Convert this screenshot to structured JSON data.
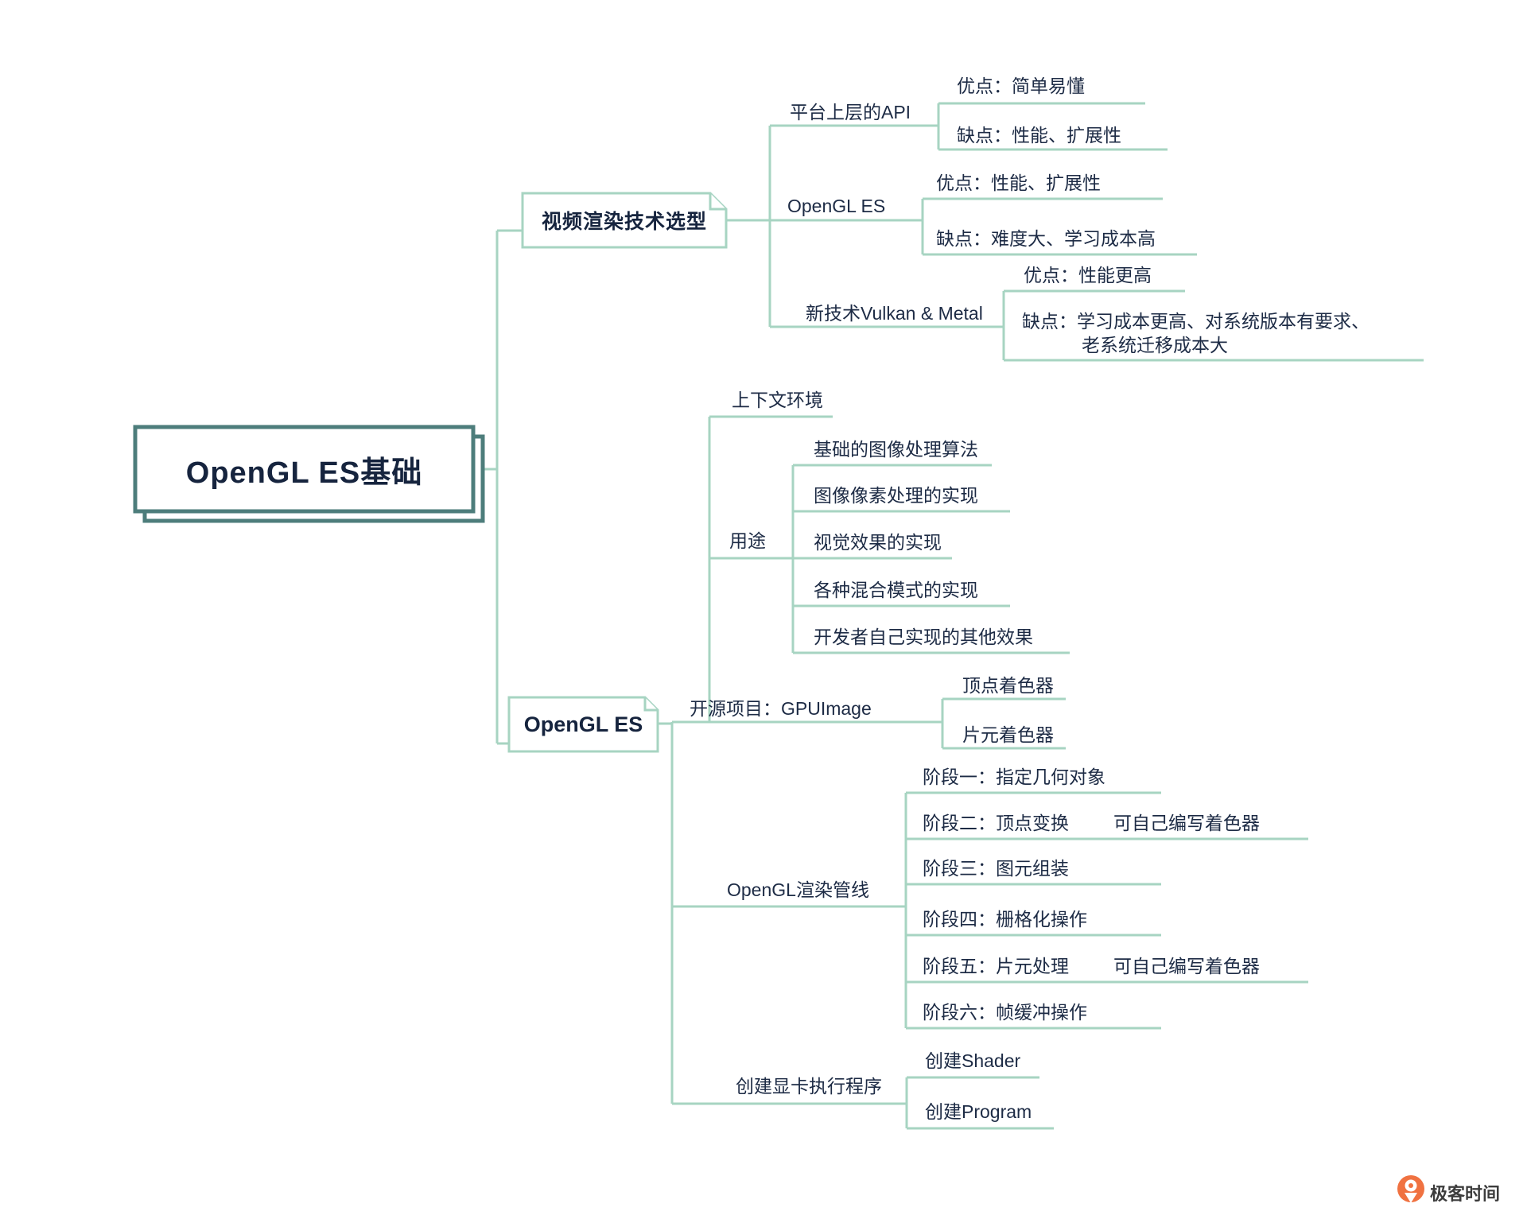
{
  "mindmap": {
    "root": {
      "label": "OpenGL ES基础",
      "children": [
        {
          "label": "视频渲染技术选型",
          "children": [
            {
              "label": "平台上层的API",
              "children": [
                {
                  "label": "优点：简单易懂"
                },
                {
                  "label": "缺点：性能、扩展性"
                }
              ]
            },
            {
              "label": "OpenGL ES",
              "children": [
                {
                  "label": "优点：性能、扩展性"
                },
                {
                  "label": "缺点：难度大、学习成本高"
                }
              ]
            },
            {
              "label": "新技术Vulkan & Metal",
              "children": [
                {
                  "label": "优点：性能更高"
                },
                {
                  "label_line1": "缺点：学习成本更高、对系统版本有要求、",
                  "label_line2": "老系统迁移成本大"
                }
              ]
            }
          ]
        },
        {
          "label": "OpenGL ES",
          "children": [
            {
              "label": "上下文环境"
            },
            {
              "label": "用途",
              "children": [
                {
                  "label": "基础的图像处理算法"
                },
                {
                  "label": "图像像素处理的实现"
                },
                {
                  "label": "视觉效果的实现"
                },
                {
                  "label": "各种混合模式的实现"
                },
                {
                  "label": "开发者自己实现的其他效果"
                }
              ]
            },
            {
              "label": "开源项目：GPUImage",
              "children": [
                {
                  "label": "顶点着色器"
                },
                {
                  "label": "片元着色器"
                }
              ]
            },
            {
              "label": "OpenGL渲染管线",
              "children": [
                {
                  "label": "阶段一：指定几何对象"
                },
                {
                  "label": "阶段二：顶点变换",
                  "note": "可自己编写着色器"
                },
                {
                  "label": "阶段三：图元组装"
                },
                {
                  "label": "阶段四：栅格化操作"
                },
                {
                  "label": "阶段五：片元处理",
                  "note": "可自己编写着色器"
                },
                {
                  "label": "阶段六：帧缓冲操作"
                }
              ]
            },
            {
              "label": "创建显卡执行程序",
              "children": [
                {
                  "label": "创建Shader"
                },
                {
                  "label": "创建Program"
                }
              ]
            }
          ]
        }
      ]
    },
    "watermark": {
      "brand": "极客时间"
    },
    "colors": {
      "line": "#a7d4c2",
      "root_border": "#4d7d7b",
      "text": "#1d2b45",
      "logo_orange": "#f07241"
    }
  }
}
